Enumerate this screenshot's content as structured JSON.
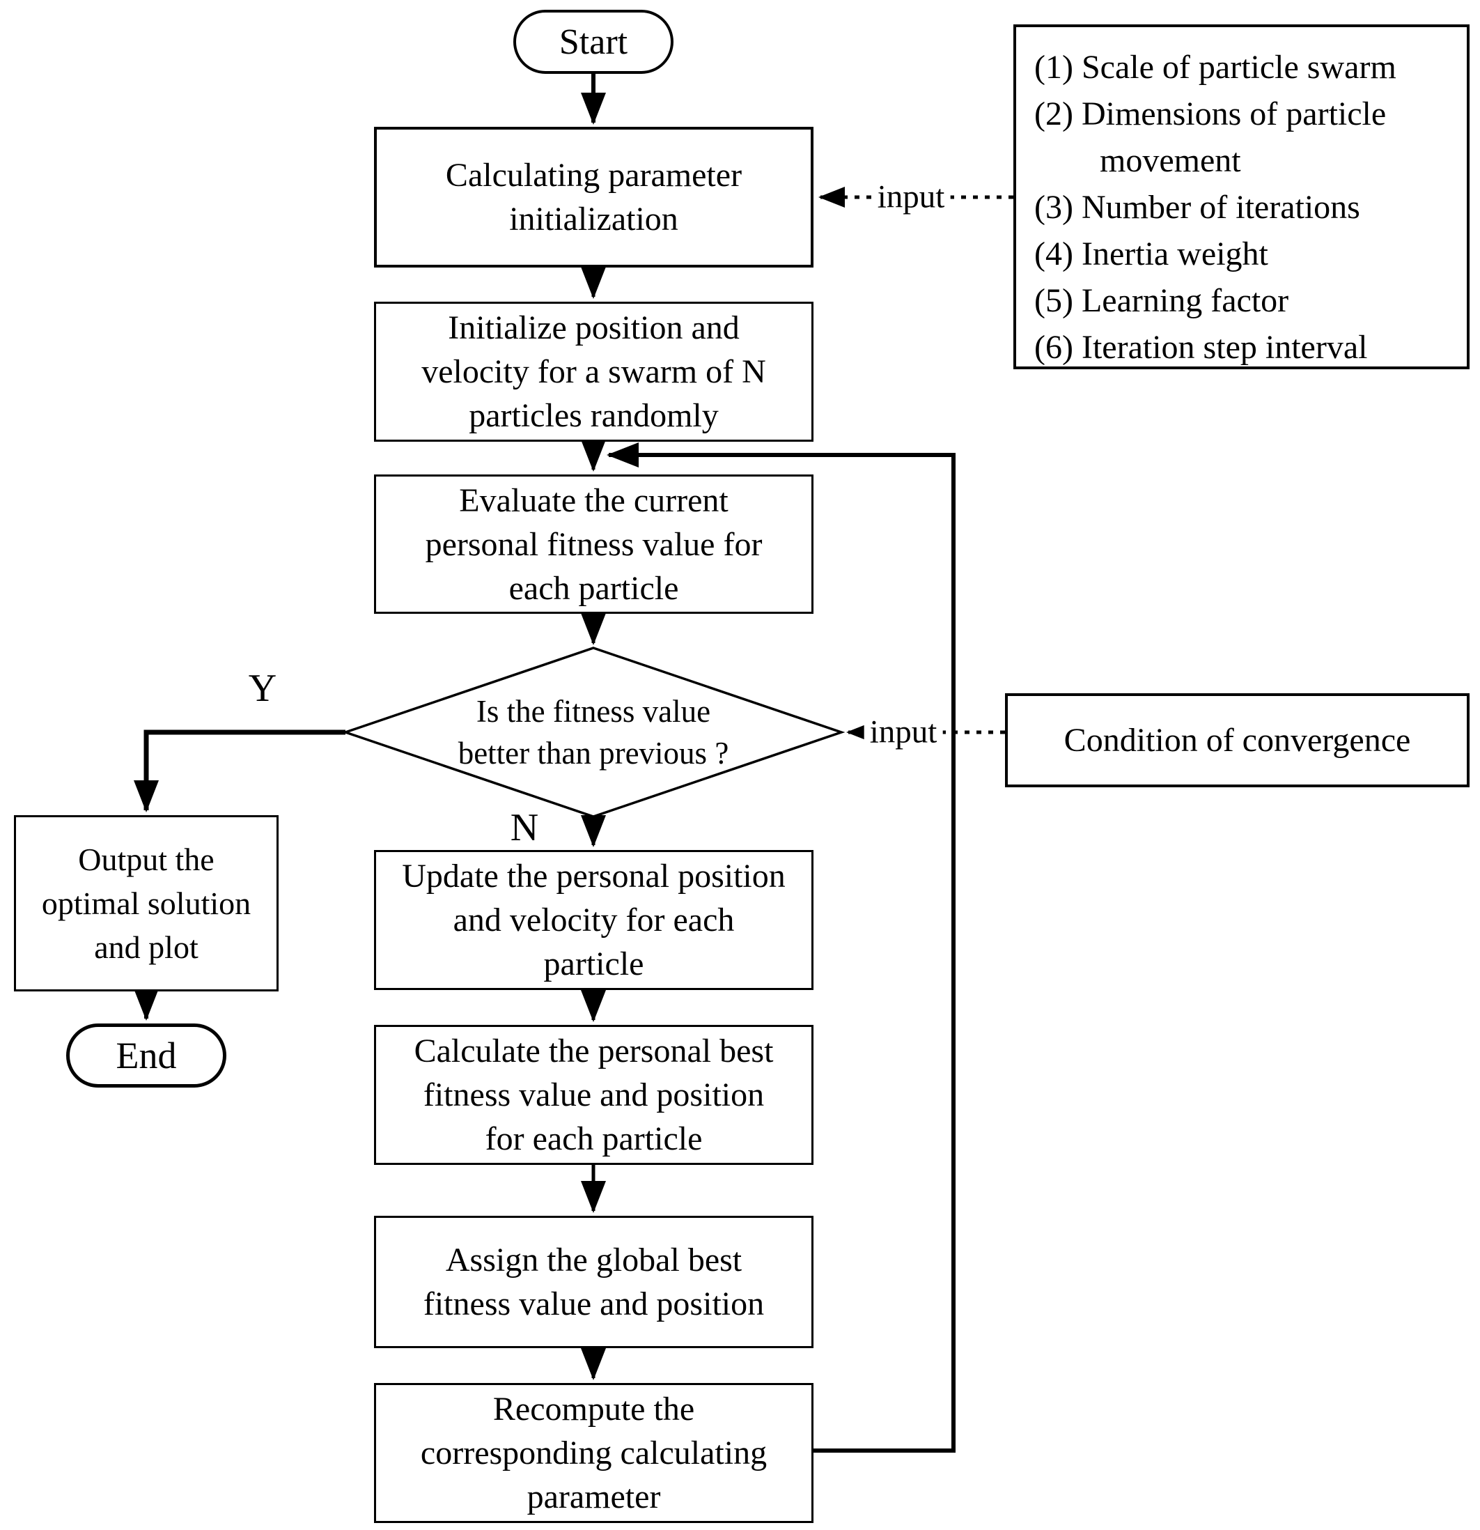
{
  "nodes": {
    "start": {
      "label": "Start"
    },
    "init_params": {
      "lines": [
        "Calculating parameter",
        "initialization"
      ]
    },
    "init_swarm": {
      "lines": [
        "Initialize position and",
        "velocity for a swarm of N",
        "particles randomly"
      ]
    },
    "evaluate": {
      "lines": [
        "Evaluate the current",
        "personal fitness value for",
        "each particle"
      ]
    },
    "decision": {
      "lines": [
        "Is the fitness value",
        "better than previous ?"
      ]
    },
    "update": {
      "lines": [
        "Update the personal position",
        "and velocity for each",
        "particle"
      ]
    },
    "calc_best": {
      "lines": [
        "Calculate the personal best",
        "fitness value and position",
        "for each particle"
      ]
    },
    "assign_global": {
      "lines": [
        "Assign the global best",
        "fitness value and position"
      ]
    },
    "recompute": {
      "lines": [
        "Recompute the",
        "corresponding calculating",
        "parameter"
      ]
    },
    "output": {
      "lines": [
        "Output the",
        "optimal solution",
        "and plot"
      ]
    },
    "end": {
      "label": "End"
    },
    "parameters": {
      "lines": [
        "(1) Scale of particle swarm",
        "(2) Dimensions of particle",
        "movement",
        "(3) Number of iterations",
        "(4) Inertia weight",
        "(5) Learning factor",
        "(6) Iteration step interval"
      ]
    },
    "condition": {
      "label": "Condition of convergence"
    }
  },
  "labels": {
    "yes": "Y",
    "no": "N",
    "input_top": "input",
    "input_decision": "input"
  },
  "colors": {
    "ink": "#000000",
    "background": "#ffffff"
  }
}
